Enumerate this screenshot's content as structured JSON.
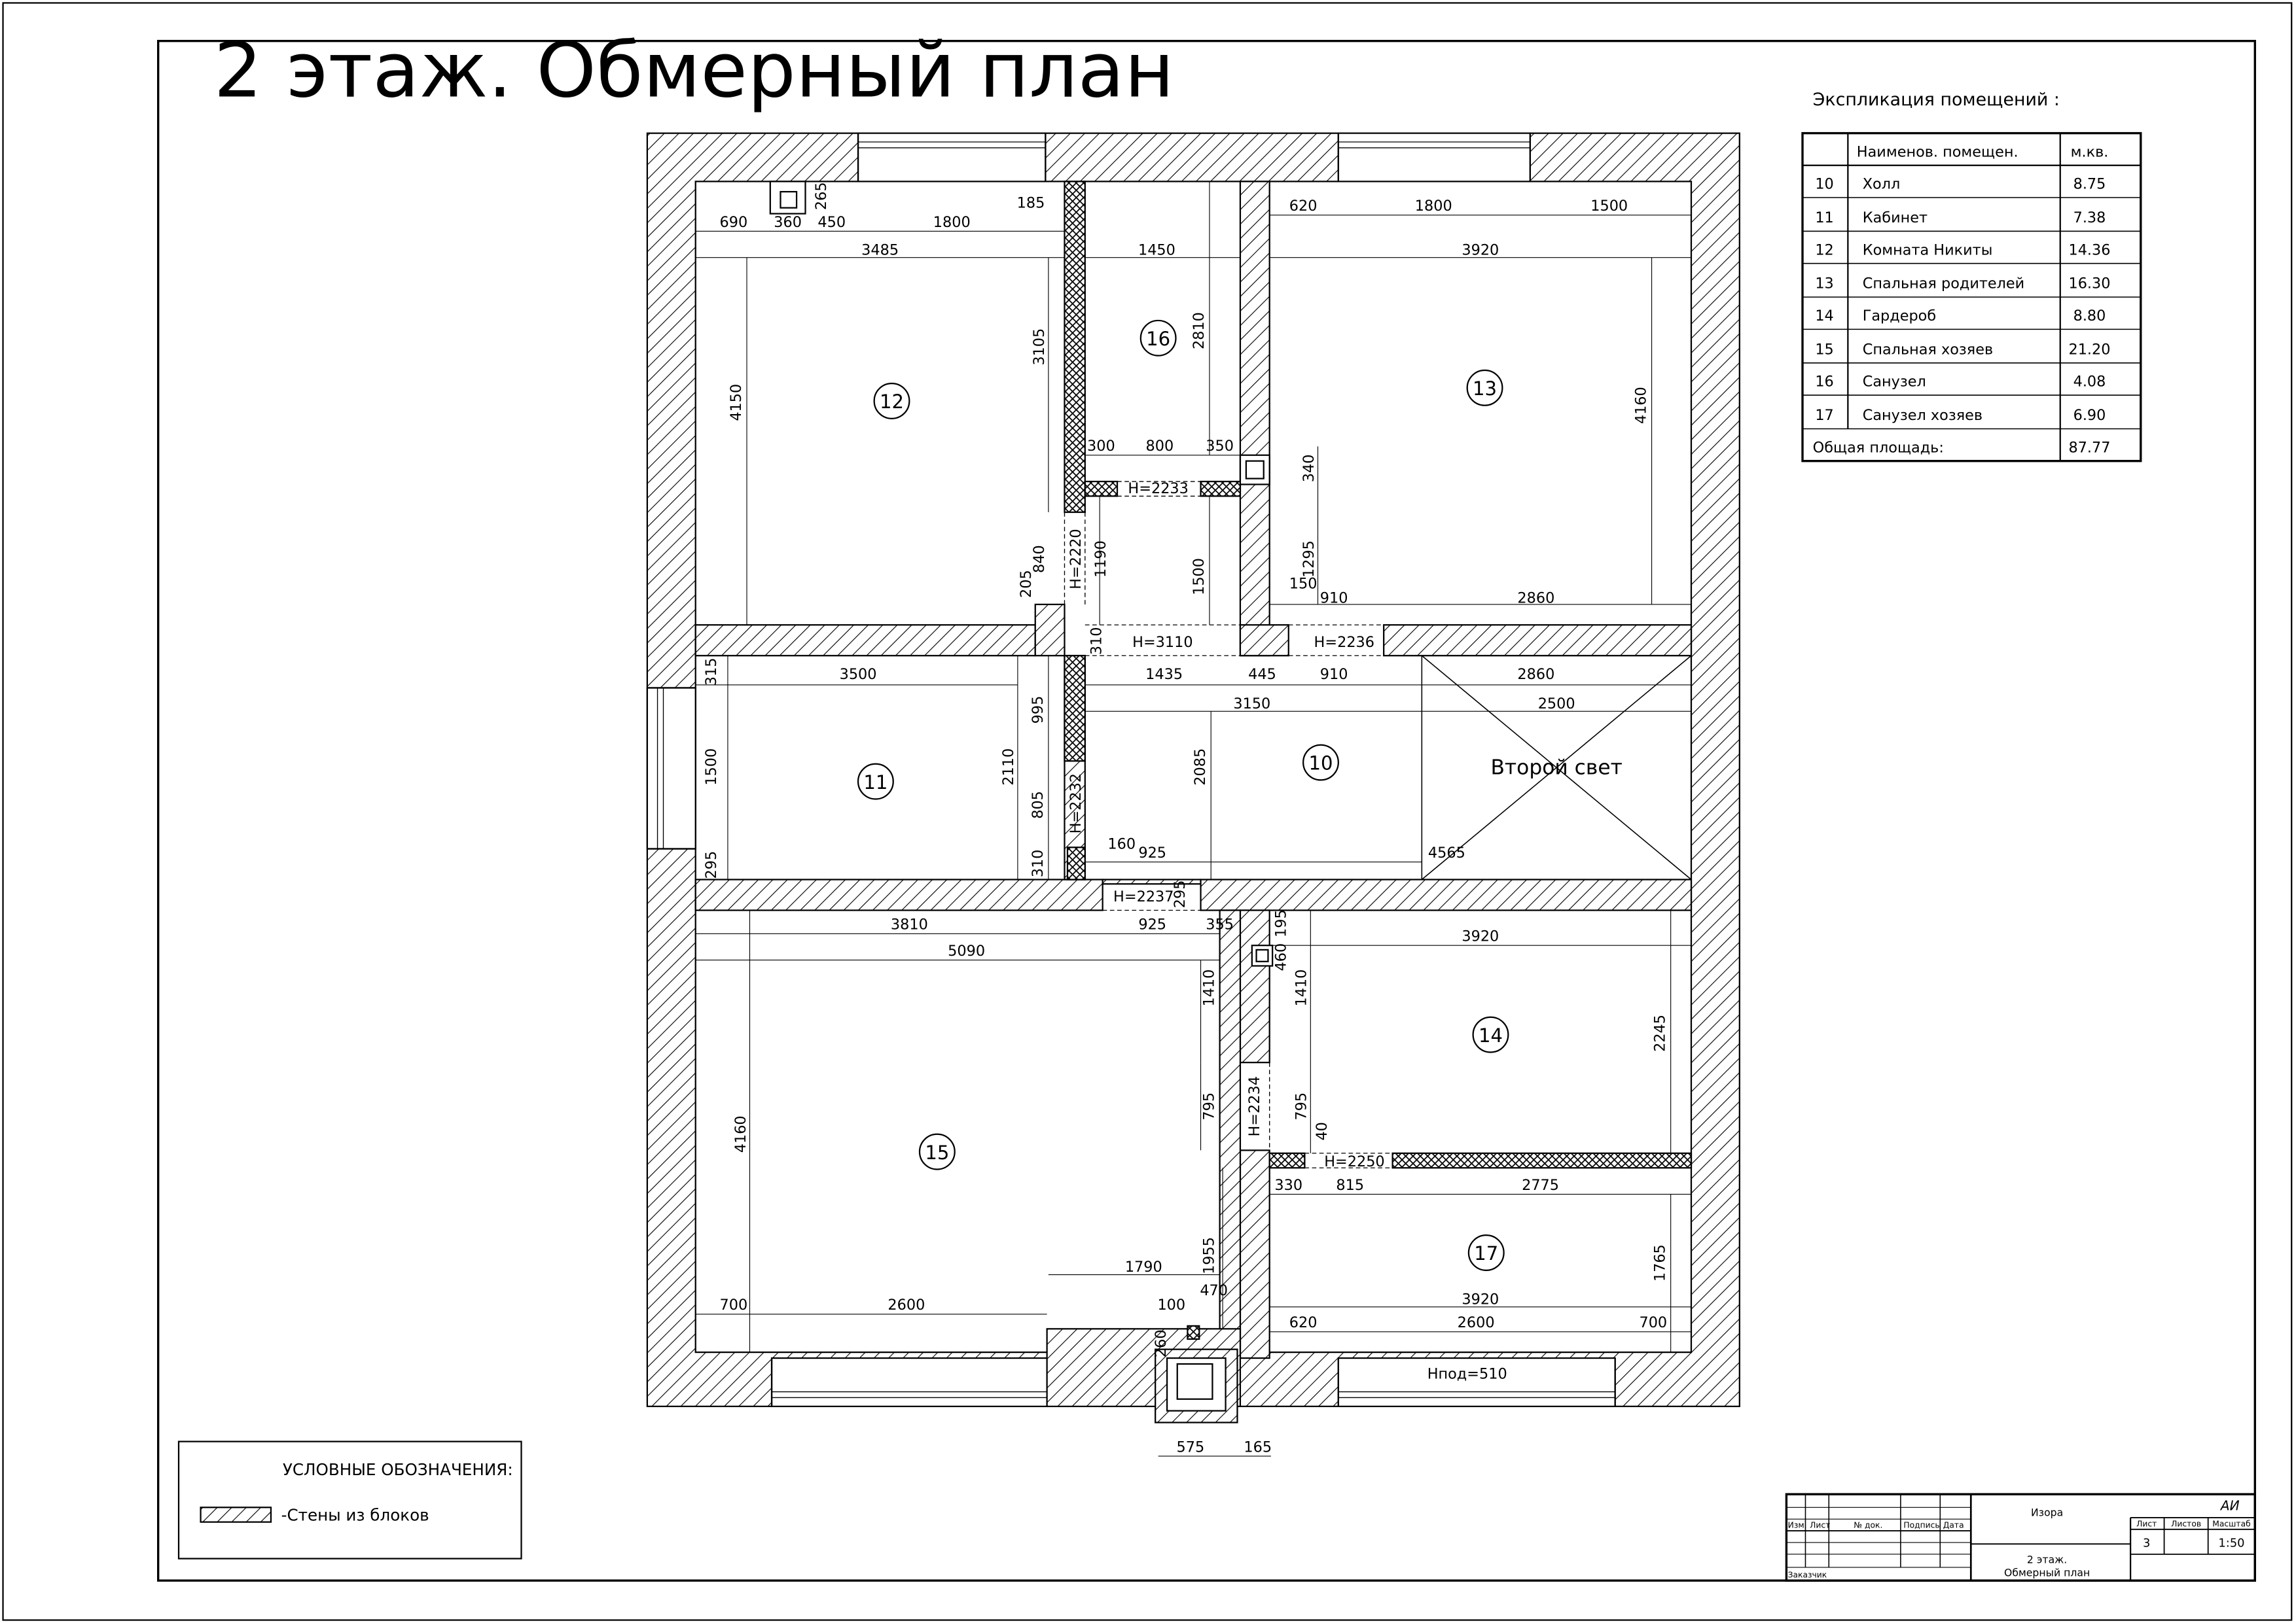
{
  "title": "2 этаж. Обмерный план",
  "explication": {
    "heading": "Экспликация помещений :",
    "col_name": "Наименов. помещен.",
    "col_area": "м.кв.",
    "rows": [
      {
        "no": "10",
        "name": "Холл",
        "area": "8.75"
      },
      {
        "no": "11",
        "name": "Кабинет",
        "area": "7.38"
      },
      {
        "no": "12",
        "name": "Комната Никиты",
        "area": "14.36"
      },
      {
        "no": "13",
        "name": "Спальная родителей",
        "area": "16.30"
      },
      {
        "no": "14",
        "name": "Гардероб",
        "area": "8.80"
      },
      {
        "no": "15",
        "name": "Спальная хозяев",
        "area": "21.20"
      },
      {
        "no": "16",
        "name": "Санузел",
        "area": "4.08"
      },
      {
        "no": "17",
        "name": "Санузел хозяев",
        "area": "6.90"
      }
    ],
    "total_label": "Общая площадь:",
    "total_area": "87.77"
  },
  "rooms": [
    "10",
    "11",
    "12",
    "13",
    "14",
    "15",
    "16",
    "17"
  ],
  "second_light": "Второй свет",
  "dims": {
    "d690": "690",
    "d360": "360",
    "d450": "450",
    "d1800a": "1800",
    "d265": "265",
    "d185": "185",
    "d3485": "3485",
    "d1450": "1450",
    "d620a": "620",
    "d1800b": "1800",
    "d1500a": "1500",
    "d3920a": "3920",
    "d4150": "4150",
    "d3105": "3105",
    "d2810": "2810",
    "d4160a": "4160",
    "d300": "300",
    "d800": "800",
    "d350": "350",
    "d340": "340",
    "h2233": "H=2233",
    "d840": "840",
    "h2220": "H=2220",
    "d1190": "1190",
    "d1500b": "1500",
    "d1295": "1295",
    "d205": "205",
    "d150": "150",
    "d910a": "910",
    "d2860a": "2860",
    "d310a": "310",
    "h3110": "H=3110",
    "h2236": "H=2236",
    "d315": "315",
    "d3500": "3500",
    "d1435": "1435",
    "d445": "445",
    "d910b": "910",
    "d2860b": "2860",
    "d995": "995",
    "d3150": "3150",
    "d2500": "2500",
    "d1500c": "1500",
    "d2110": "2110",
    "h2232": "H=2232",
    "d2085": "2085",
    "d805": "805",
    "d295a": "295",
    "d310b": "310",
    "d160": "160",
    "d925a": "925",
    "d4565": "4565",
    "h2237": "H=2237",
    "d295b": "295",
    "d3810": "3810",
    "d925b": "925",
    "d355": "355",
    "d195": "195",
    "d3920b": "3920",
    "d5090": "5090",
    "d460": "460",
    "d1410a": "1410",
    "d1410b": "1410",
    "d2245": "2245",
    "d4160b": "4160",
    "d795a": "795",
    "h2234": "H=2234",
    "d795b": "795",
    "d40": "40",
    "h2250": "H=2250",
    "d330": "330",
    "d815": "815",
    "d2775": "2775",
    "d1955": "1955",
    "d1790": "1790",
    "d1765": "1765",
    "d470": "470",
    "d100": "100",
    "d700a": "700",
    "d2600a": "2600",
    "d3920c": "3920",
    "d620b": "620",
    "d2600b": "2600",
    "d700b": "700",
    "d260": "260",
    "hpod": "Hпод=510",
    "d575": "575",
    "d165": "165"
  },
  "legend": {
    "title": "УСЛОВНЫЕ ОБОЗНАЧЕНИЯ:",
    "item": "-Стены из блоков"
  },
  "title_block": {
    "col_izm": "Изм.",
    "col_list": "Лист",
    "col_doc": "№ док.",
    "col_sign": "Подпись",
    "col_date": "Дата",
    "row_exchange": "Заказчик",
    "object": "Изора",
    "sheet_title_1": "2 этаж.",
    "sheet_title_2": "Обмерный план",
    "stage_label": "АИ",
    "lbl_sheet": "Лист",
    "lbl_sheets": "Листов",
    "lbl_scale": "Масштаб",
    "sheet_no": "3",
    "scale": "1:50"
  }
}
